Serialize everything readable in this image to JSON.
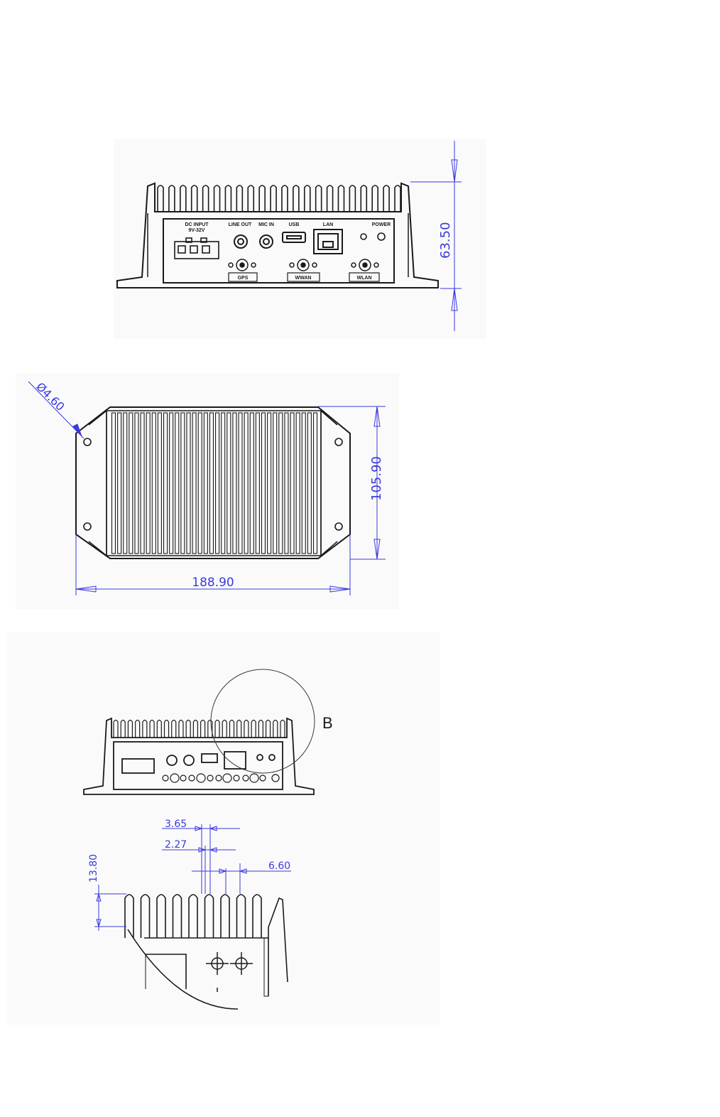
{
  "colors": {
    "accent_bar": "#f5a623",
    "dimension": "#3a3ae0",
    "outline": "#1a1a1a",
    "panel_bg": "#fafafa"
  },
  "front_view": {
    "panel_labels": {
      "dc_input_line1": "DC INPUT",
      "dc_input_line2": "9V-32V",
      "line_out": "LINE OUT",
      "mic_in": "MIC IN",
      "usb": "USB",
      "lan": "LAN",
      "power": "POWER",
      "gps": "GPS",
      "wwan": "WWAN",
      "wlan": "WLAN"
    },
    "height_dim": "63.50"
  },
  "top_view": {
    "hole_dim": "Ø4.60",
    "depth_dim": "105.90",
    "width_dim": "188.90"
  },
  "detail_view": {
    "detail_label": "B",
    "fin_pitch_dim": "3.65",
    "fin_width_dim": "2.27",
    "gap_dim": "6.60",
    "fin_height_dim": "13.80"
  }
}
